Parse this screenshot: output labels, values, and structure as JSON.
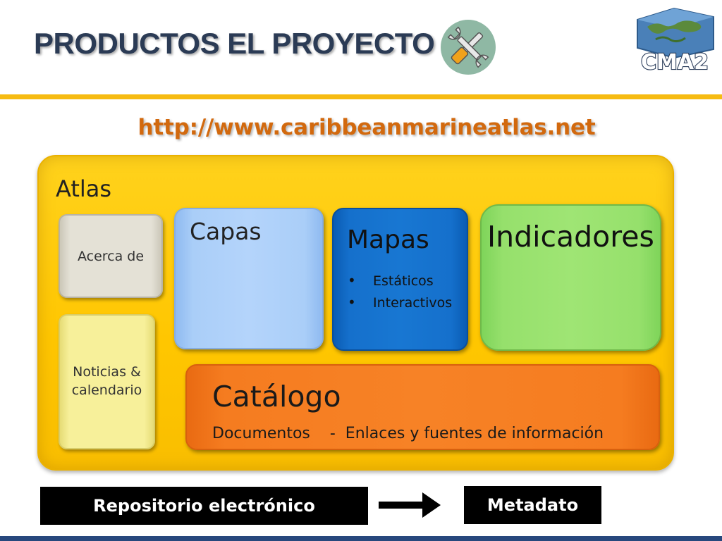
{
  "slide": {
    "title": "PRODUCTOS EL PROYECTO",
    "url": "http://www.caribbeanmarineatlas.net",
    "logo_text": "CMA2",
    "icons": {
      "title_icon": "tools-icon",
      "logo": "cma2-logo"
    }
  },
  "diagram": {
    "container_label": "Atlas",
    "boxes": {
      "acerca": "Acerca de",
      "noticias_line1": "Noticias &",
      "noticias_line2": "calendario",
      "capas": "Capas",
      "mapas": "Mapas",
      "mapas_items": [
        "Estáticos",
        "Interactivos"
      ],
      "indicadores": "Indicadores",
      "catalogo": "Catálogo",
      "catalogo_desc": "Documentos    -  Enlaces y fuentes de información"
    },
    "flow": {
      "source": "Repositorio electrónico",
      "target": "Metadato"
    }
  },
  "colors": {
    "title": "#2b3b55",
    "accent_rule": "#f6bb12",
    "url": "#d2690e",
    "atlas_panel": "#ffc600",
    "capas": "#aacef8",
    "mapas": "#1570cc",
    "indicadores": "#96e06c",
    "catalogo": "#f57c20",
    "bottom_rule": "#27487d"
  }
}
